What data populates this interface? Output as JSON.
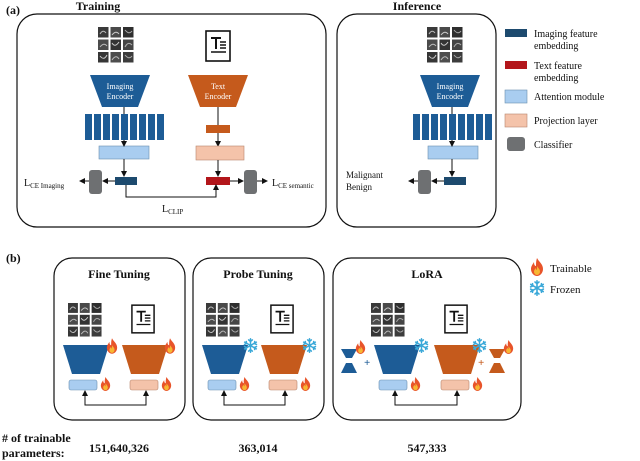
{
  "panel_a": {
    "label": "(a)",
    "training_title": "Training",
    "inference_title": "Inference",
    "imaging_encoder_label_1": "Imaging",
    "imaging_encoder_label_2": "Encoder",
    "text_encoder_label_1": "Text",
    "text_encoder_label_2": "Encoder",
    "loss_ce_imaging_main": "L",
    "loss_ce_imaging_sub": "CE Imaging",
    "loss_ce_semantic_main": "L",
    "loss_ce_semantic_sub": "CE semantic",
    "loss_clip_main": "L",
    "loss_clip_sub": "CLIP",
    "output_label_1": "Malignant",
    "output_label_2": "Benign"
  },
  "legend": {
    "items": [
      {
        "label_1": "Imaging feature",
        "label_2": "embedding",
        "color": "#1d4a6e"
      },
      {
        "label_1": "Text feature",
        "label_2": "embedding",
        "color": "#b3161b"
      },
      {
        "label_1": "Attention module",
        "label_2": "",
        "color": "#a9cdf0"
      },
      {
        "label_1": "Projection layer",
        "label_2": "",
        "color": "#f4c3aa"
      },
      {
        "label_1": "Classifier",
        "label_2": "",
        "color": "#6e7072"
      }
    ]
  },
  "panel_b": {
    "label": "(b)",
    "methods": [
      {
        "title": "Fine Tuning",
        "params": "151,640,326"
      },
      {
        "title": "Probe Tuning",
        "params": "363,014"
      },
      {
        "title": "LoRA",
        "params": "547,333"
      }
    ],
    "params_label_1": "# of trainable",
    "params_label_2": "parameters:",
    "trainable_label": "Trainable",
    "frozen_label": "Frozen"
  },
  "colors": {
    "imaging_encoder": "#1d5c96",
    "text_encoder": "#c55a1c",
    "feature_bar": "#1d5c96",
    "imaging_embedding": "#1d4a6e",
    "text_embedding": "#b3161b",
    "attention": "#a9cdf0",
    "projection": "#f4c3aa",
    "classifier": "#6e7072",
    "fire": "#e8542a",
    "frozen": "#3aa8d8"
  },
  "icons": [
    "image-grid-icon",
    "text-document-icon",
    "fire-icon",
    "snowflake-icon"
  ]
}
